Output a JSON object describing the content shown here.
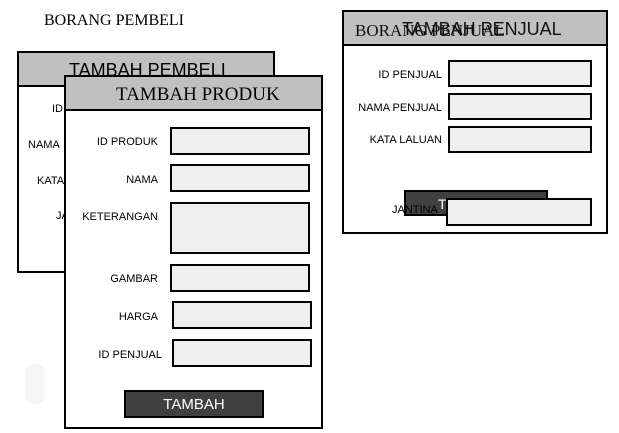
{
  "top_title": "BORANG PEMBELI",
  "pembeli": {
    "header": "TAMBAH PEMBELI",
    "labels": [
      "ID",
      "NAMA",
      "KATA",
      "JA"
    ]
  },
  "produk": {
    "header": "TAMBAH PRODUK",
    "fields": [
      {
        "label": "ID PRODUK"
      },
      {
        "label": "NAMA"
      },
      {
        "label": "KETERANGAN"
      },
      {
        "label": "GAMBAR"
      },
      {
        "label": "HARGA"
      },
      {
        "label": "ID PENJUAL"
      }
    ],
    "button": "TAMBAH"
  },
  "penjual": {
    "header_back": "BORANG PENJUAL",
    "header": "TAMBAH PENJUAL",
    "fields": [
      {
        "label": "ID PENJUAL"
      },
      {
        "label": "NAMA PENJUAL"
      },
      {
        "label": "KATA LALUAN"
      },
      {
        "label": "JANTINA"
      }
    ],
    "button": "T"
  }
}
